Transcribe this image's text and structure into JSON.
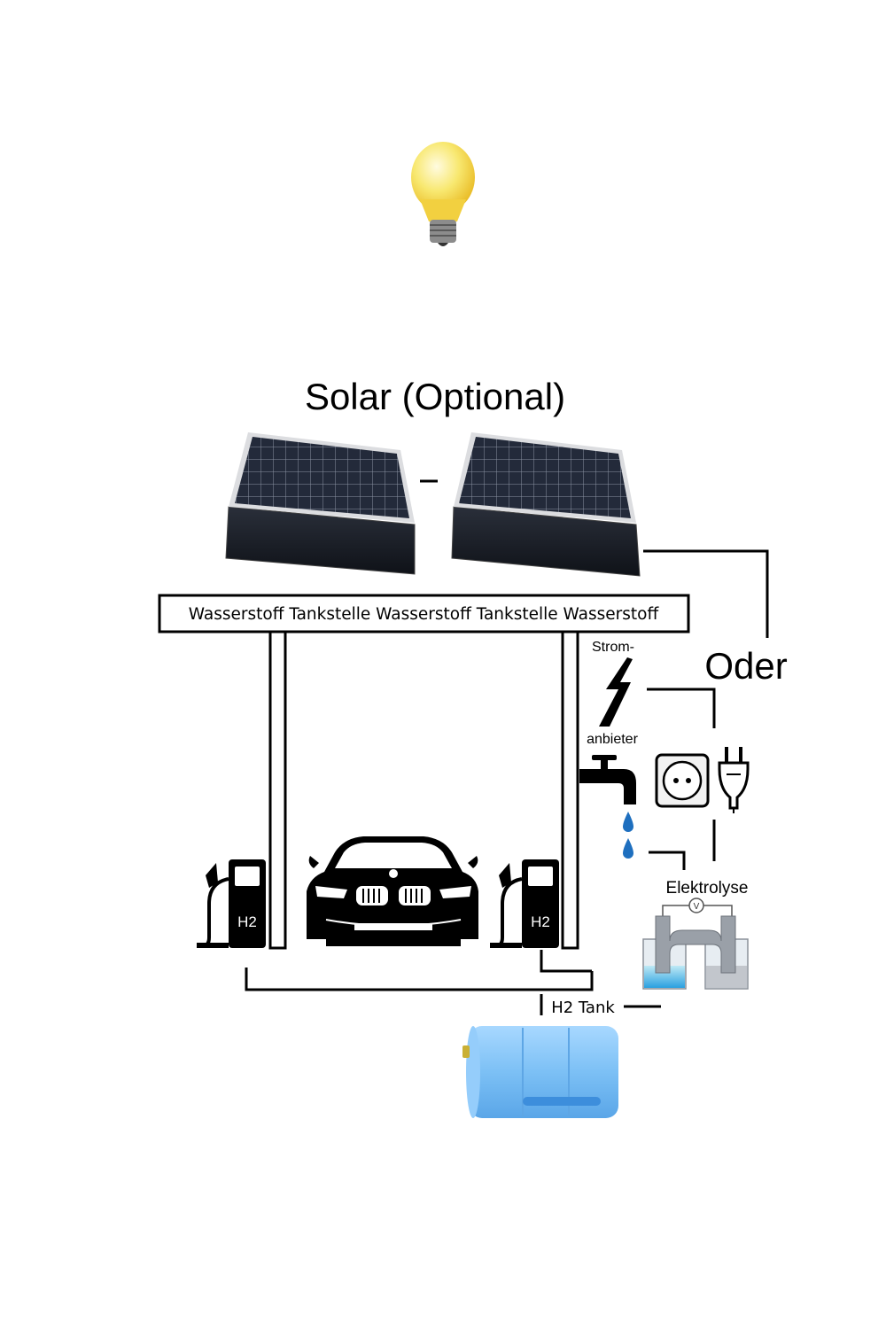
{
  "solar_title": "Solar (Optional)",
  "or_label": "Oder",
  "station_sign": "Wasserstoff Tankstelle Wasserstoff Tankstelle Wasserstoff",
  "provider_line1": "Strom-",
  "provider_line2": "anbieter",
  "electrolysis_label": "Elektrolyse",
  "voltmeter_label": "V",
  "tank_label": "H2 Tank",
  "pump_left_label": "H2",
  "pump_right_label": "H2",
  "colors": {
    "line": "#000000",
    "water": "#1e6fbf",
    "tank": "#7cc0f5",
    "bulb": "#f6e05a",
    "panel": "#1c2330"
  }
}
